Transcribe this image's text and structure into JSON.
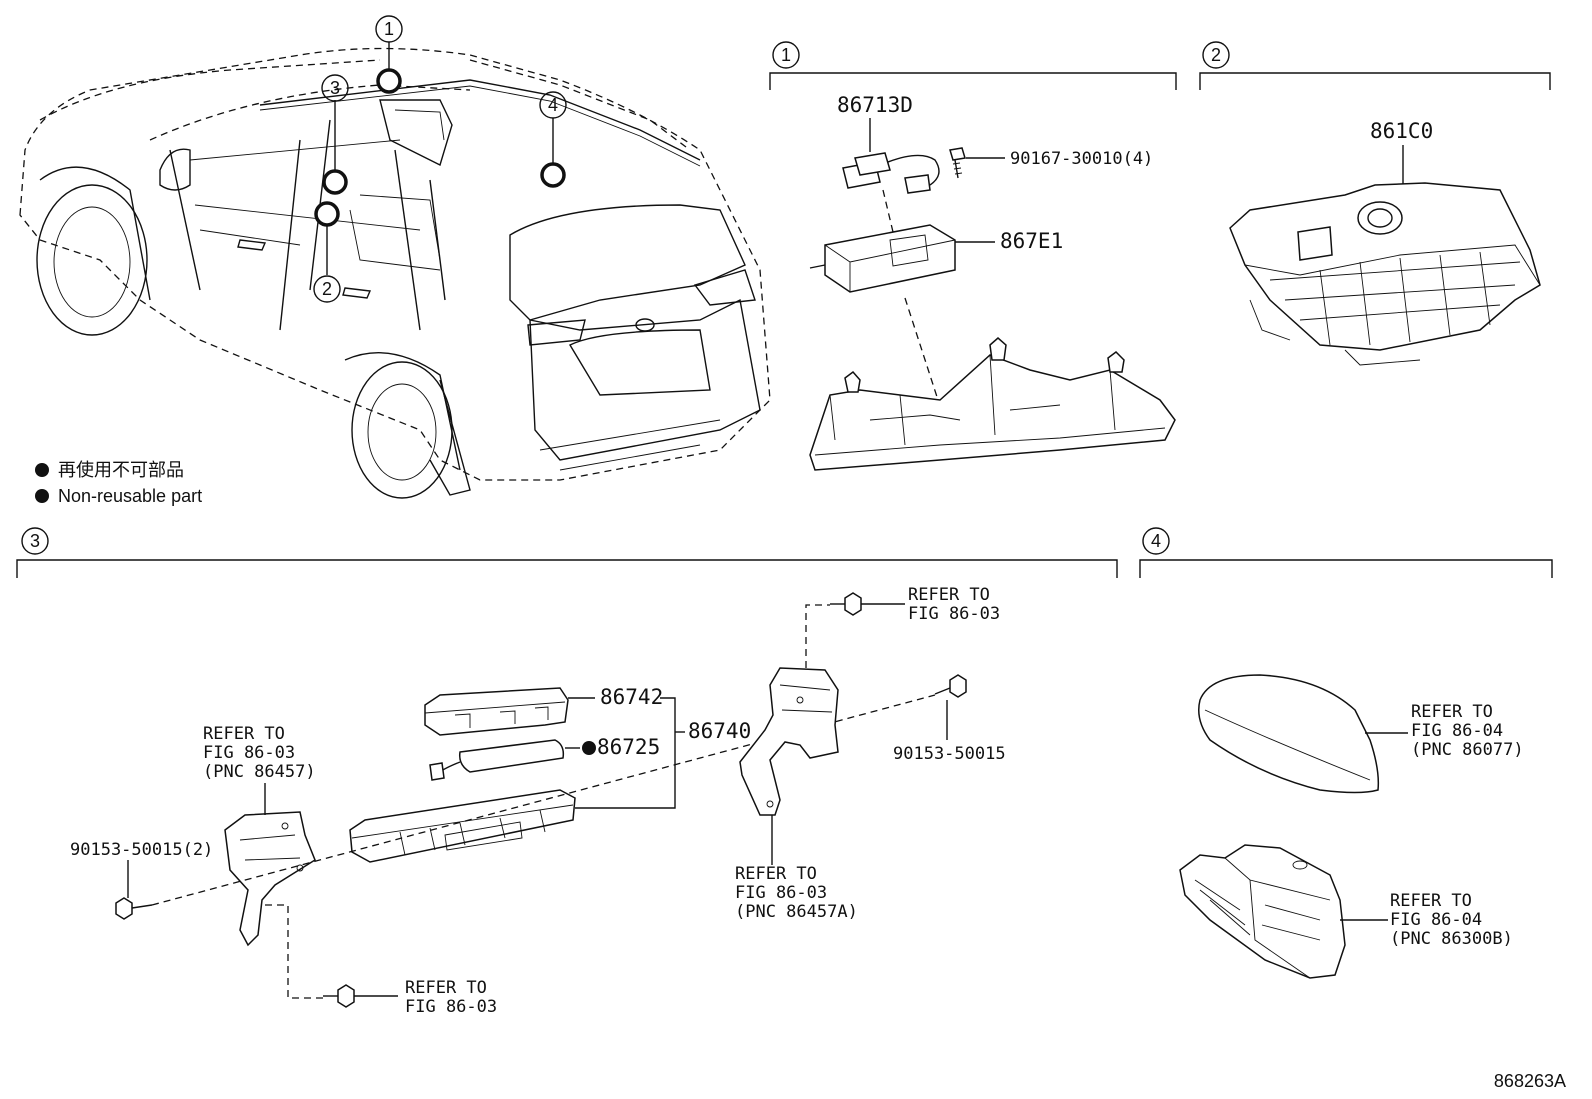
{
  "diagram_id": "868263A",
  "legend": {
    "jp": "再使用不可部品",
    "en": "Non-reusable part"
  },
  "callouts": [
    "1",
    "2",
    "3",
    "4"
  ],
  "sections": {
    "s1": {
      "number": "1",
      "parts": [
        "86713D",
        "90167-30010(4)",
        "867E1"
      ]
    },
    "s2": {
      "number": "2",
      "parts": [
        "861C0"
      ]
    },
    "s3": {
      "number": "3",
      "parts": [
        "86742",
        "86725",
        "86740",
        "90153-50015",
        "90153-50015(2)"
      ],
      "refs": {
        "r1": [
          "REFER TO",
          "FIG 86-03"
        ],
        "r2": [
          "REFER TO",
          "FIG 86-03",
          "(PNC 86457)"
        ],
        "r3": [
          "REFER TO",
          "FIG 86-03",
          "(PNC 86457A)"
        ],
        "r4": [
          "REFER TO",
          "FIG 86-03"
        ]
      }
    },
    "s4": {
      "number": "4",
      "refs": {
        "r1": [
          "REFER TO",
          "FIG 86-04",
          "(PNC 86077)"
        ],
        "r2": [
          "REFER TO",
          "FIG 86-04",
          "(PNC 86300B)"
        ]
      }
    }
  }
}
